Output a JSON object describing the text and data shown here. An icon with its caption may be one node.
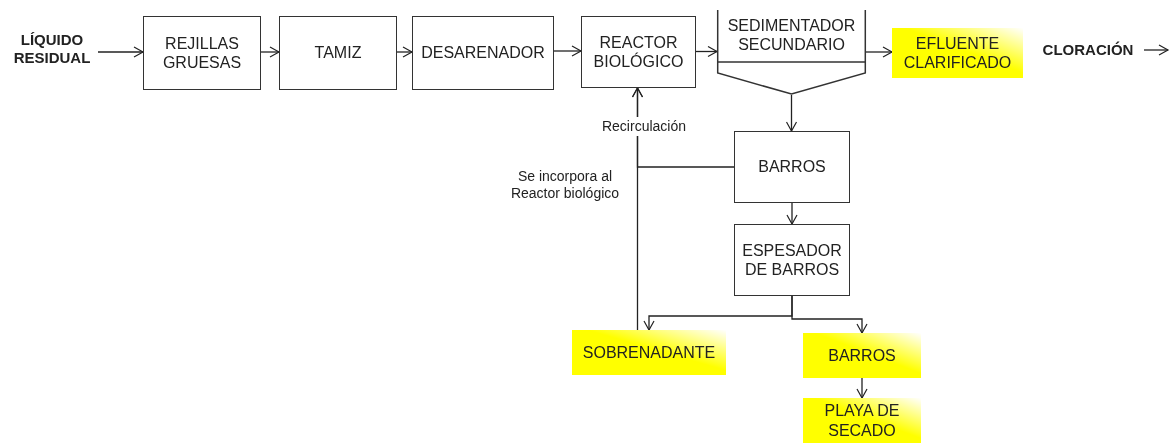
{
  "diagram": {
    "nodes": [
      {
        "text": [
          "LÍQUIDO RESIDUAL"
        ]
      },
      {
        "text": [
          "REJILLAS GRUESAS"
        ]
      },
      {
        "text": [
          "TAMIZ"
        ]
      },
      {
        "text": [
          "DESARENADOR"
        ]
      },
      {
        "text": [
          "REACTOR BIOLÓGICO"
        ]
      },
      {
        "text": [
          "SEDIMENTADOR SECUNDARIO"
        ]
      },
      {
        "text": [
          "EFLUENTE CLARIFICADO"
        ]
      },
      {
        "text": [
          "CLORACIÓN"
        ]
      },
      {
        "text": [
          "BARROS"
        ]
      },
      {
        "text": [
          "ESPESADOR DE BARROS"
        ]
      },
      {
        "text": [
          "SOBRENADANTE"
        ]
      },
      {
        "text": [
          "BARROS"
        ]
      },
      {
        "text": [
          "PLAYA DE SECADO"
        ]
      }
    ],
    "edges": [
      {
        "from": 0,
        "to": 1,
        "arrow": "to"
      },
      {
        "from": 1,
        "to": 2,
        "arrow": "to"
      },
      {
        "from": 2,
        "to": 3,
        "arrow": "to"
      },
      {
        "from": 3,
        "to": 4,
        "arrow": "to"
      },
      {
        "from": 4,
        "to": 5,
        "arrow": "to"
      },
      {
        "from": 5,
        "to": 6,
        "arrow": "to"
      },
      {
        "from": 7,
        "to": null,
        "arrow": "to"
      },
      {
        "from": 5,
        "to": 8,
        "arrow": "to"
      },
      {
        "from": 8,
        "to": 4,
        "arrow": "to",
        "label": "Recirculación"
      },
      {
        "from": 8,
        "to": 9,
        "arrow": "to"
      },
      {
        "from": 9,
        "to": 10,
        "arrow": "to"
      },
      {
        "from": 9,
        "to": 11,
        "arrow": "to"
      },
      {
        "from": 11,
        "to": 12,
        "arrow": "to"
      },
      {
        "from": 10,
        "to": 4,
        "arrow": "to",
        "label": "Se incorpora al Reactor biológico"
      }
    ]
  }
}
